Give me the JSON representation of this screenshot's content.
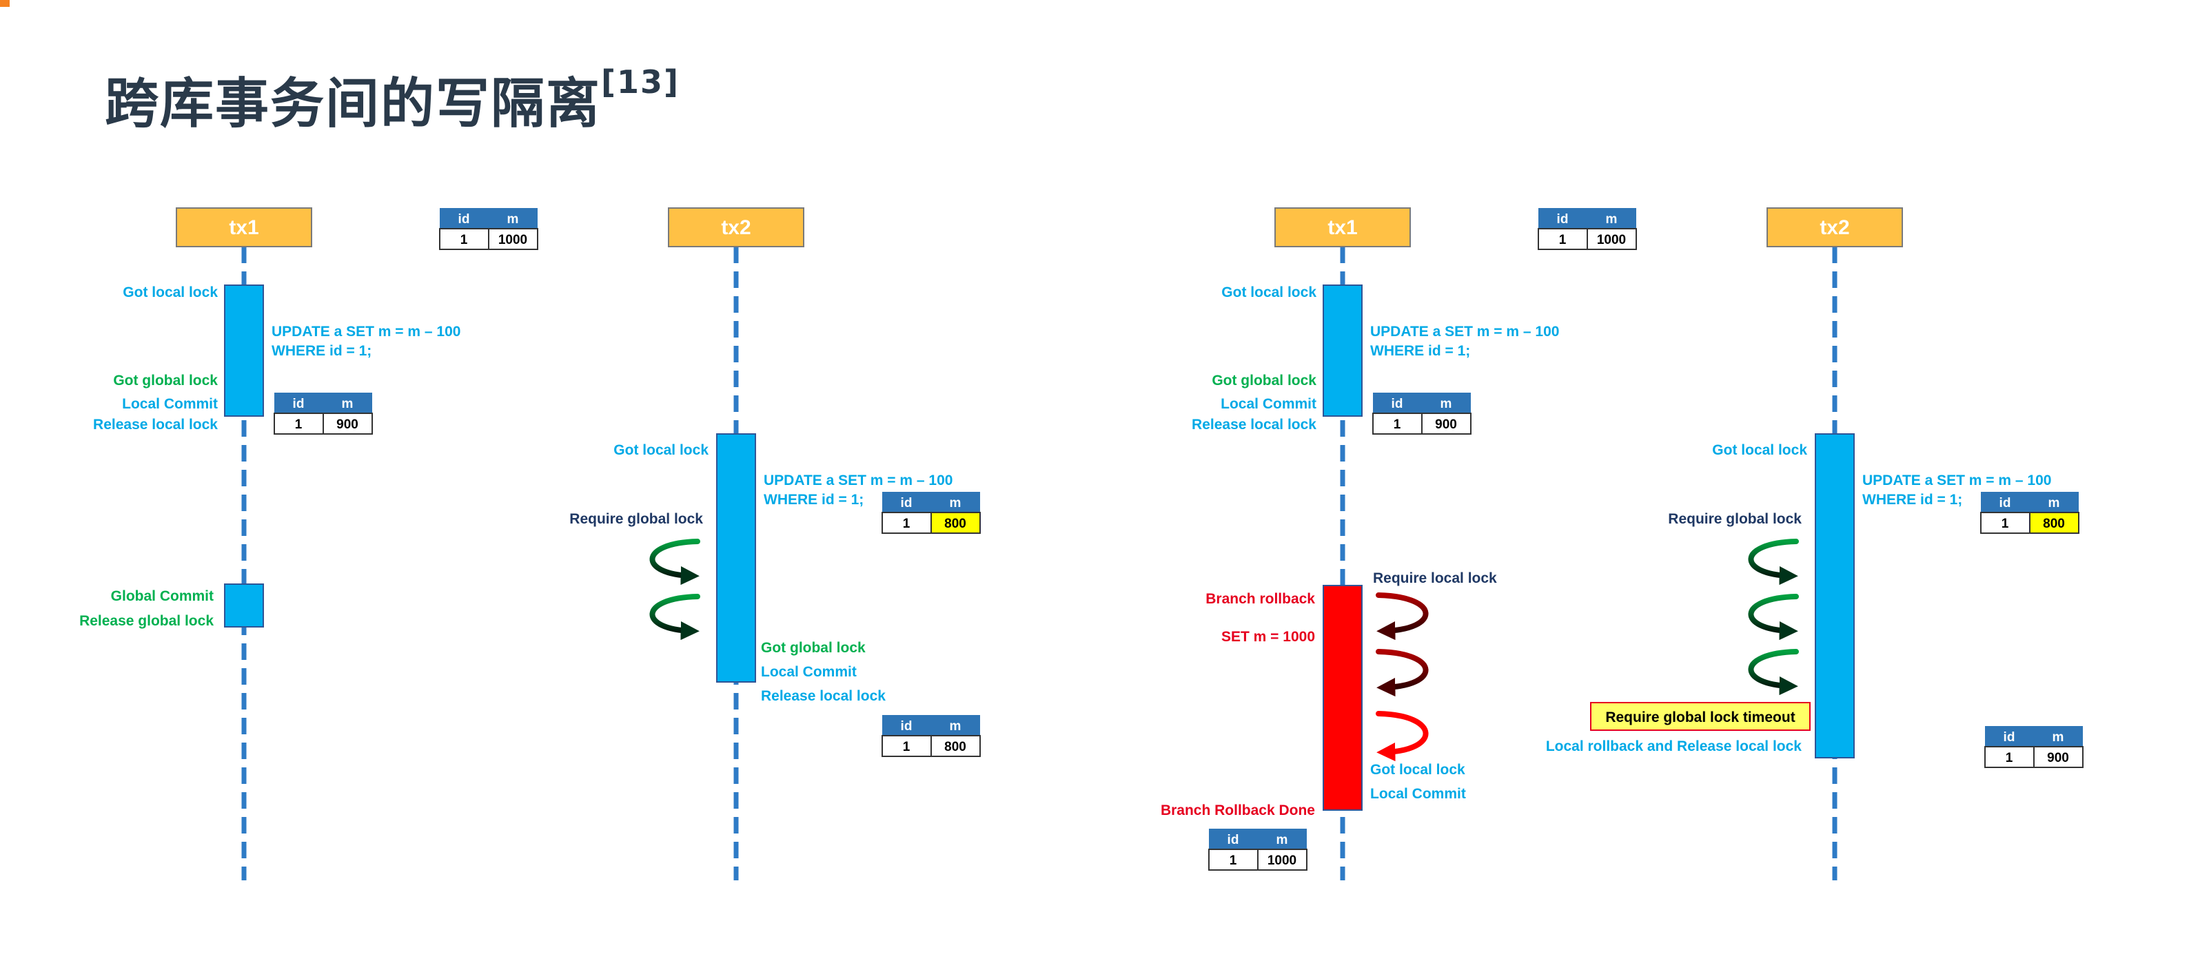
{
  "title": "跨库事务间的写隔离",
  "title_ref": "[13]",
  "colors": {
    "accent": "#f58220",
    "title": "#2a3a4a",
    "tx_box": "#ffc145",
    "lifeline": "#2e7bc6",
    "activation": "#00b0f0",
    "rollback": "#ff0000",
    "text_cyan": "#00a9e6",
    "text_green": "#00b050",
    "text_navy": "#1f3864",
    "text_red": "#e6001f",
    "table_header": "#2e75b6",
    "highlight": "#ffff00",
    "arrow_green": "#00331a",
    "arrow_red": "#8b0000"
  },
  "icons": [
    "retry-arrow-icon",
    "red-retry-arrow-icon"
  ],
  "table_header": {
    "id": "id",
    "m": "m"
  },
  "panels": [
    {
      "tx1": "tx1",
      "tx2": "tx2",
      "labels": {
        "tx1_got_local_lock": "Got local lock",
        "update_line1": "UPDATE a SET m = m – 100",
        "update_line2": "WHERE id = 1;",
        "tx1_got_global_lock": "Got global lock",
        "tx1_local_commit": "Local Commit",
        "tx1_release_local_lock": "Release local lock",
        "global_commit": "Global Commit",
        "release_global_lock": "Release global lock",
        "tx2_got_local_lock": "Got local lock",
        "tx2_update_line1": "UPDATE a SET m = m – 100",
        "tx2_update_line2": "WHERE id = 1;",
        "require_global_lock": "Require global lock",
        "tx2_got_global_lock": "Got global lock",
        "tx2_local_commit": "Local Commit",
        "tx2_release_local_lock": "Release local lock"
      },
      "tables": {
        "initial": [
          "1",
          "1000"
        ],
        "after_tx1": [
          "1",
          "900"
        ],
        "tx2_update": [
          "1",
          "800"
        ],
        "final": [
          "1",
          "800"
        ]
      }
    },
    {
      "tx1": "tx1",
      "tx2": "tx2",
      "labels": {
        "tx1_got_local_lock": "Got local lock",
        "update_line1": "UPDATE a SET m = m – 100",
        "update_line2": "WHERE id = 1;",
        "tx1_got_global_lock": "Got global lock",
        "tx1_local_commit": "Local Commit",
        "tx1_release_local_lock": "Release local lock",
        "require_local_lock": "Require local lock",
        "branch_rollback": "Branch rollback",
        "set_m": "SET m = 1000",
        "tx1_got_local_lock_2": "Got local lock",
        "tx1_local_commit_2": "Local Commit",
        "branch_rollback_done": "Branch Rollback Done",
        "tx2_got_local_lock": "Got local lock",
        "tx2_update_line1": "UPDATE a SET m = m – 100",
        "tx2_update_line2": "WHERE id = 1;",
        "require_global_lock": "Require global lock",
        "timeout": "Require global lock timeout",
        "local_rollback": "Local rollback and Release local lock"
      },
      "tables": {
        "initial": [
          "1",
          "1000"
        ],
        "after_tx1": [
          "1",
          "900"
        ],
        "tx2_update": [
          "1",
          "800"
        ],
        "rollback_done": [
          "1",
          "1000"
        ],
        "final": [
          "1",
          "900"
        ]
      }
    }
  ]
}
